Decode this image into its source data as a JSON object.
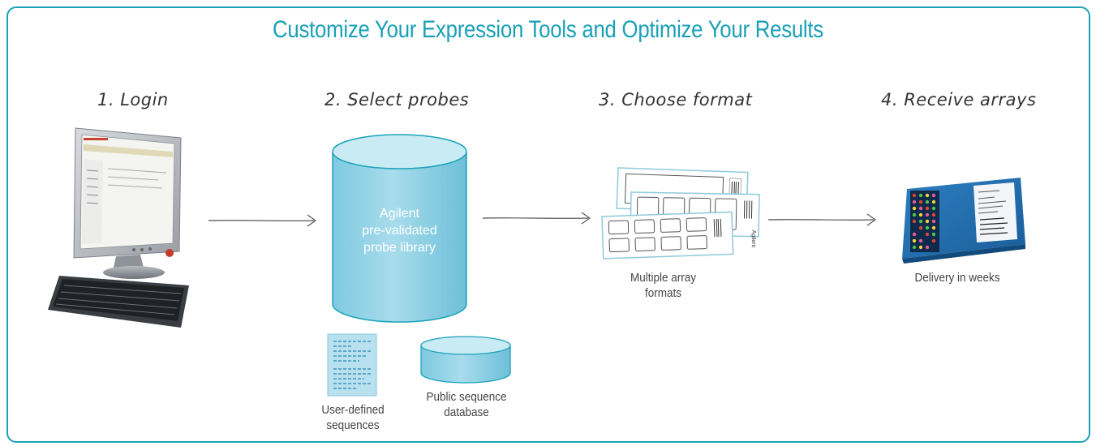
{
  "title": "Customize Your Expression Tools and Optimize Your Results",
  "steps": [
    {
      "label": "1. Login"
    },
    {
      "label": "2. Select probes"
    },
    {
      "label": "3. Choose format"
    },
    {
      "label": "4. Receive arrays"
    }
  ],
  "library": {
    "line1": "Agilent",
    "line2": "pre-validated",
    "line3": "probe library"
  },
  "sources": {
    "user_line1": "User-defined",
    "user_line2": "sequences",
    "public_line1": "Public sequence",
    "public_line2": "database"
  },
  "formats": {
    "line1": "Multiple array",
    "line2": "formats",
    "slide_brand": "Agilent"
  },
  "delivery": {
    "caption": "Delivery in weeks"
  },
  "colors": {
    "accent": "#1aa3b8",
    "cylinder": "#8fd3e6"
  }
}
